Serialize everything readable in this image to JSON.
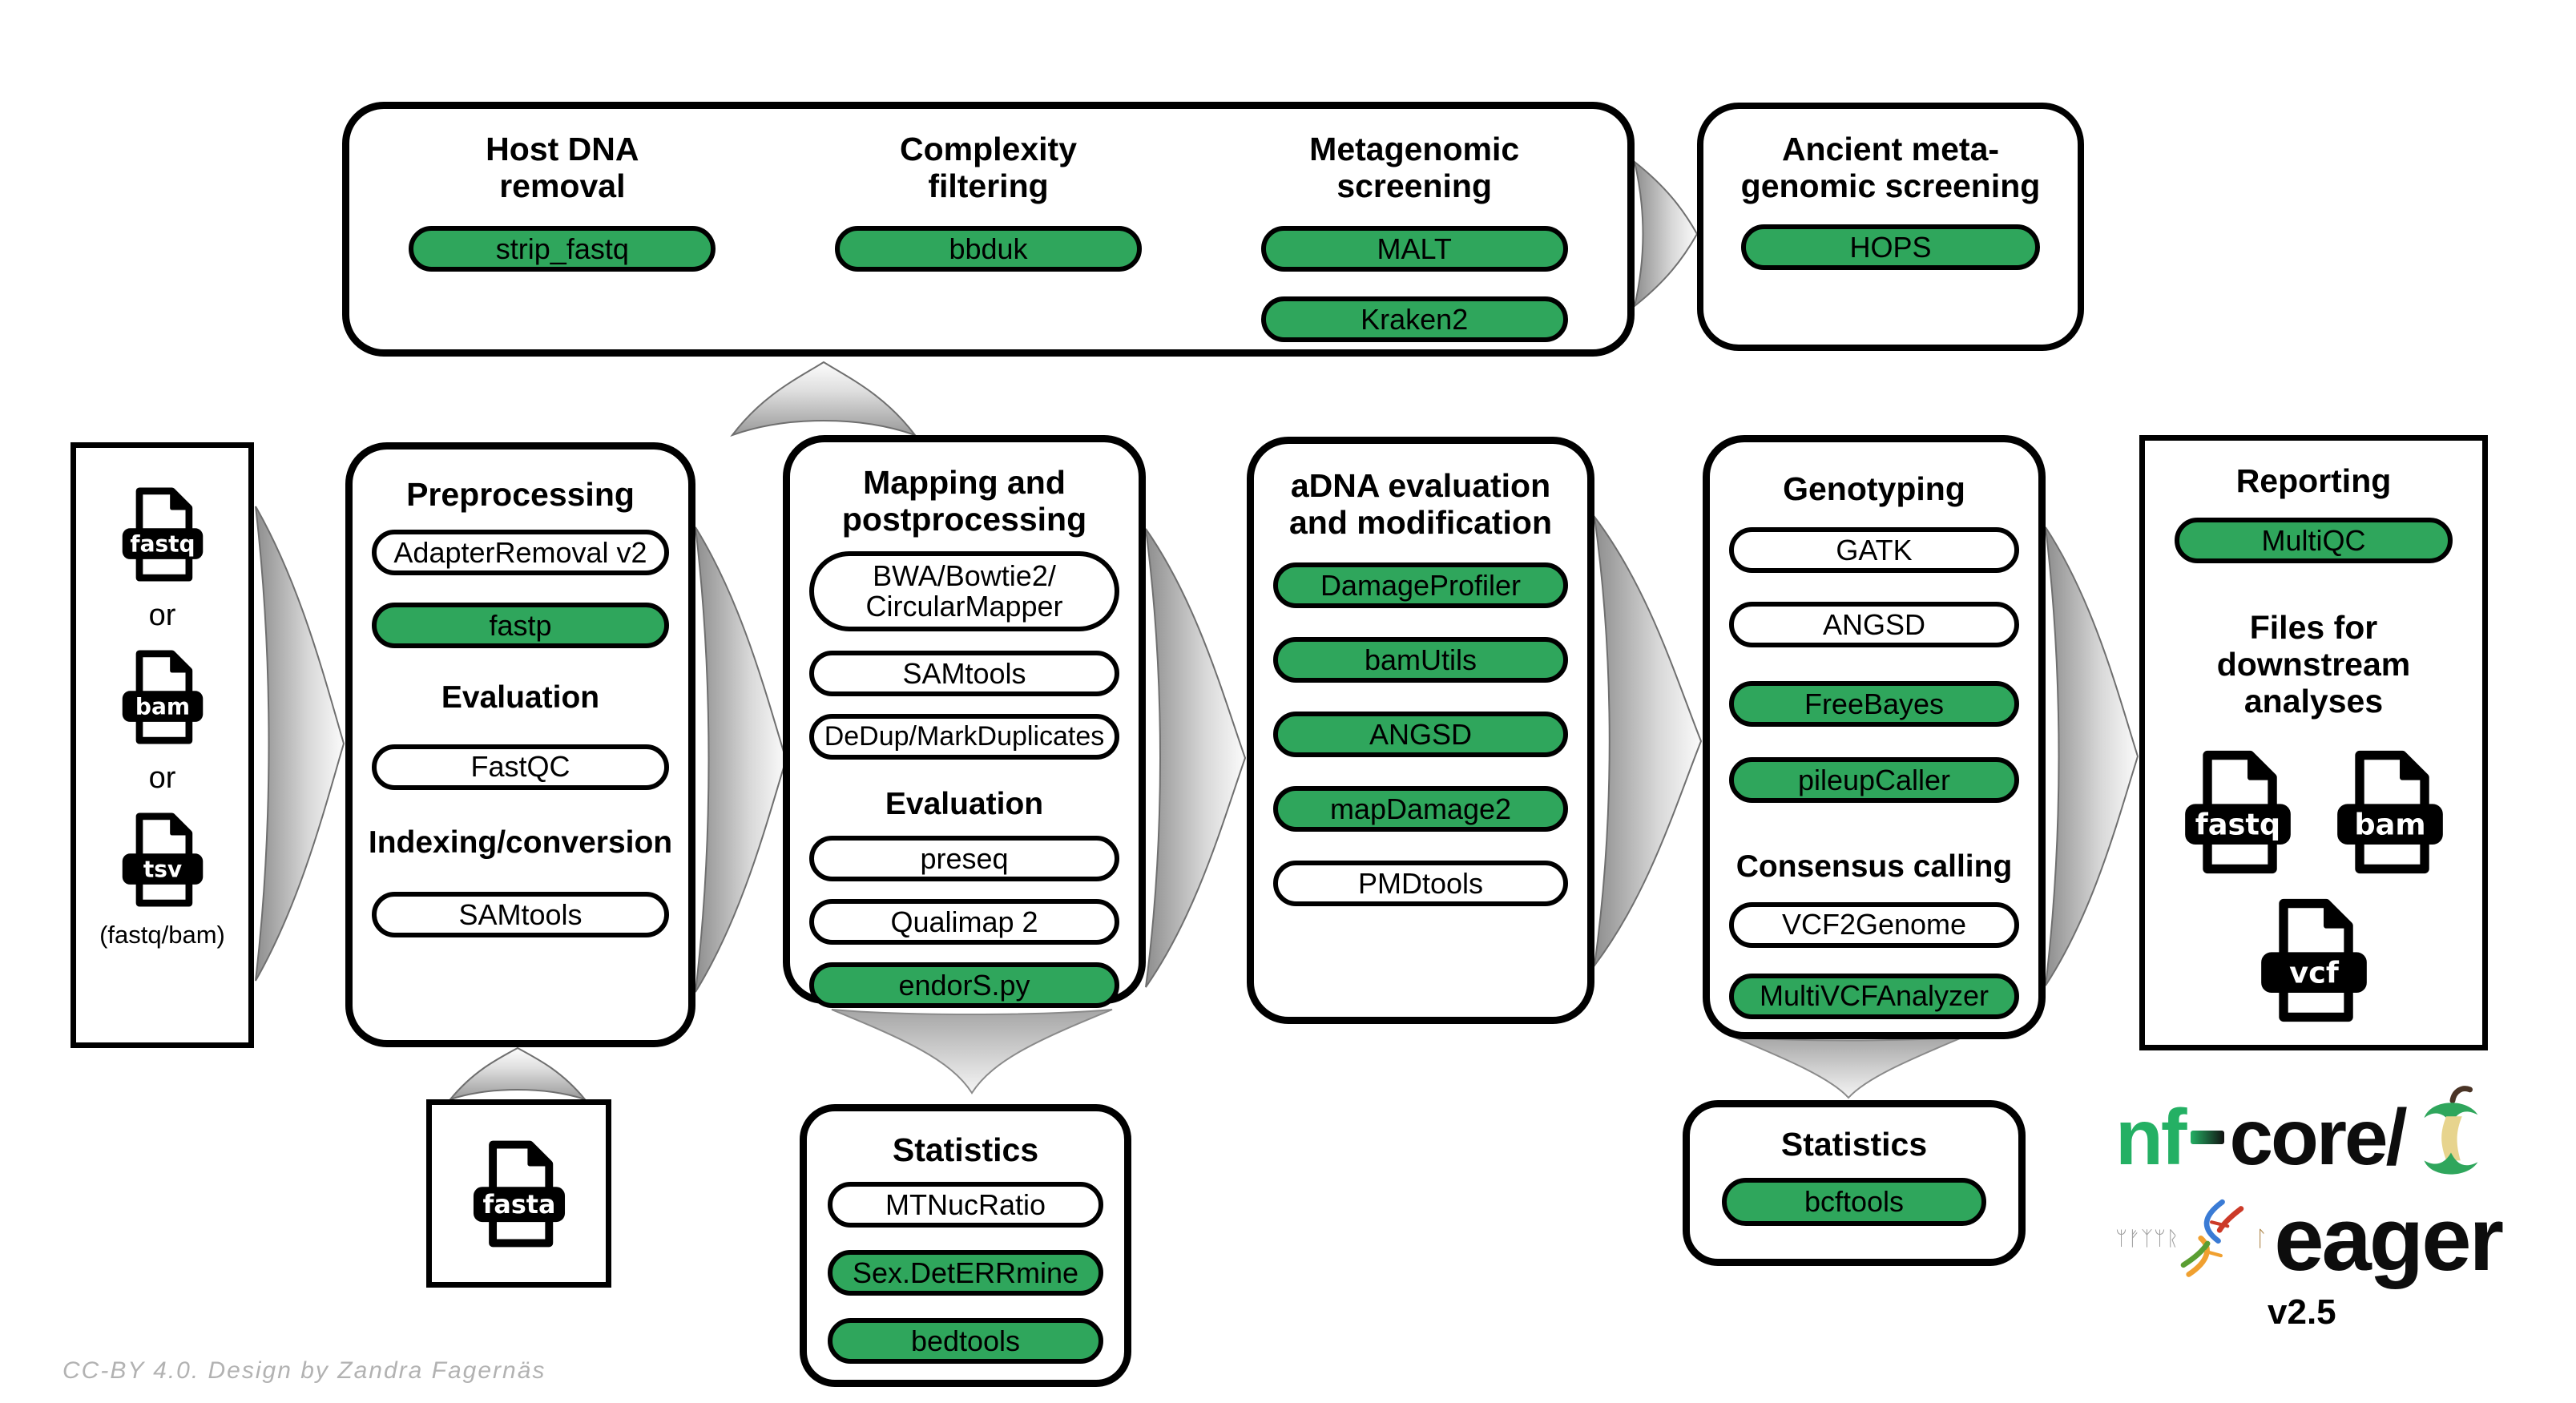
{
  "colors": {
    "green": "#2fa65c",
    "logo_green": "#24b064",
    "box_border": "#000000",
    "arrow_dark": "#8d8d8d",
    "arrow_light": "#fbfbfb",
    "footer_gray": "#b2b2b2"
  },
  "top_box": {
    "columns": [
      {
        "title": "Host DNA\nremoval",
        "pills": [
          {
            "label": "strip_fastq",
            "variant": "green"
          }
        ]
      },
      {
        "title": "Complexity\nfiltering",
        "pills": [
          {
            "label": "bbduk",
            "variant": "green"
          }
        ]
      },
      {
        "title": "Metagenomic\nscreening",
        "pills": [
          {
            "label": "MALT",
            "variant": "green"
          },
          {
            "label": "Kraken2",
            "variant": "green"
          }
        ]
      }
    ]
  },
  "ancient_box": {
    "title": "Ancient meta-\ngenomic screening",
    "pills": [
      {
        "label": "HOPS",
        "variant": "green"
      }
    ]
  },
  "input_box": {
    "files": [
      {
        "name": "fastq"
      },
      {
        "name": "bam"
      },
      {
        "name": "tsv"
      }
    ],
    "or_label": "or",
    "note": "(fastq/bam)"
  },
  "fasta_box": {
    "file": {
      "name": "fasta"
    }
  },
  "preprocessing": {
    "title": "Preprocessing",
    "sections": [
      {
        "heading": "",
        "pills": [
          {
            "label": "AdapterRemoval v2",
            "variant": "white"
          },
          {
            "label": "fastp",
            "variant": "green"
          }
        ]
      },
      {
        "heading": "Evaluation",
        "pills": [
          {
            "label": "FastQC",
            "variant": "white"
          }
        ]
      },
      {
        "heading": "Indexing/conversion",
        "pills": [
          {
            "label": "SAMtools",
            "variant": "white"
          }
        ]
      }
    ]
  },
  "mapping": {
    "title": "Mapping and\npostprocessing",
    "sections": [
      {
        "heading": "",
        "pills": [
          {
            "label": "BWA/Bowtie2/\nCircularMapper",
            "variant": "white"
          },
          {
            "label": "SAMtools",
            "variant": "white"
          },
          {
            "label": "DeDup/MarkDuplicates",
            "variant": "white"
          }
        ]
      },
      {
        "heading": "Evaluation",
        "pills": [
          {
            "label": "preseq",
            "variant": "white"
          },
          {
            "label": "Qualimap 2",
            "variant": "white"
          },
          {
            "label": "endorS.py",
            "variant": "green"
          }
        ]
      }
    ]
  },
  "adna": {
    "title": "aDNA evaluation\nand modification",
    "sections": [
      {
        "heading": "",
        "pills": [
          {
            "label": "DamageProfiler",
            "variant": "green"
          },
          {
            "label": "bamUtils",
            "variant": "green"
          },
          {
            "label": "ANGSD",
            "variant": "green"
          },
          {
            "label": "mapDamage2",
            "variant": "green"
          },
          {
            "label": "PMDtools",
            "variant": "white"
          }
        ]
      }
    ]
  },
  "genotyping": {
    "title": "Genotyping",
    "sections": [
      {
        "heading": "",
        "pills": [
          {
            "label": "GATK",
            "variant": "white"
          },
          {
            "label": "ANGSD",
            "variant": "white"
          },
          {
            "label": "FreeBayes",
            "variant": "green"
          },
          {
            "label": "pileupCaller",
            "variant": "green"
          }
        ]
      },
      {
        "heading": "Consensus calling",
        "pills": [
          {
            "label": "VCF2Genome",
            "variant": "white"
          },
          {
            "label": "MultiVCFAnalyzer",
            "variant": "green"
          }
        ]
      }
    ]
  },
  "reporting": {
    "title": "Reporting",
    "pills": [
      {
        "label": "MultiQC",
        "variant": "green"
      }
    ],
    "downstream_heading": "Files for downstream\nanalyses",
    "files": [
      {
        "name": "fastq"
      },
      {
        "name": "bam"
      },
      {
        "name": "vcf"
      }
    ]
  },
  "stats_mapping": {
    "title": "Statistics",
    "pills": [
      {
        "label": "MTNucRatio",
        "variant": "white"
      },
      {
        "label": "Sex.DetERRmine",
        "variant": "green"
      },
      {
        "label": "bedtools",
        "variant": "green"
      }
    ]
  },
  "stats_genotyping": {
    "title": "Statistics",
    "pills": [
      {
        "label": "bcftools",
        "variant": "green"
      }
    ]
  },
  "logo": {
    "prefix": "nf",
    "dash": "-",
    "core": "core/",
    "name": "eager",
    "runes": "ᛘᚠᛉᛘᚱ",
    "rune_l": "ᛚ",
    "version": "v2.5"
  },
  "footer": {
    "credit": "CC-BY 4.0. Design by Zandra Fagernäs"
  }
}
